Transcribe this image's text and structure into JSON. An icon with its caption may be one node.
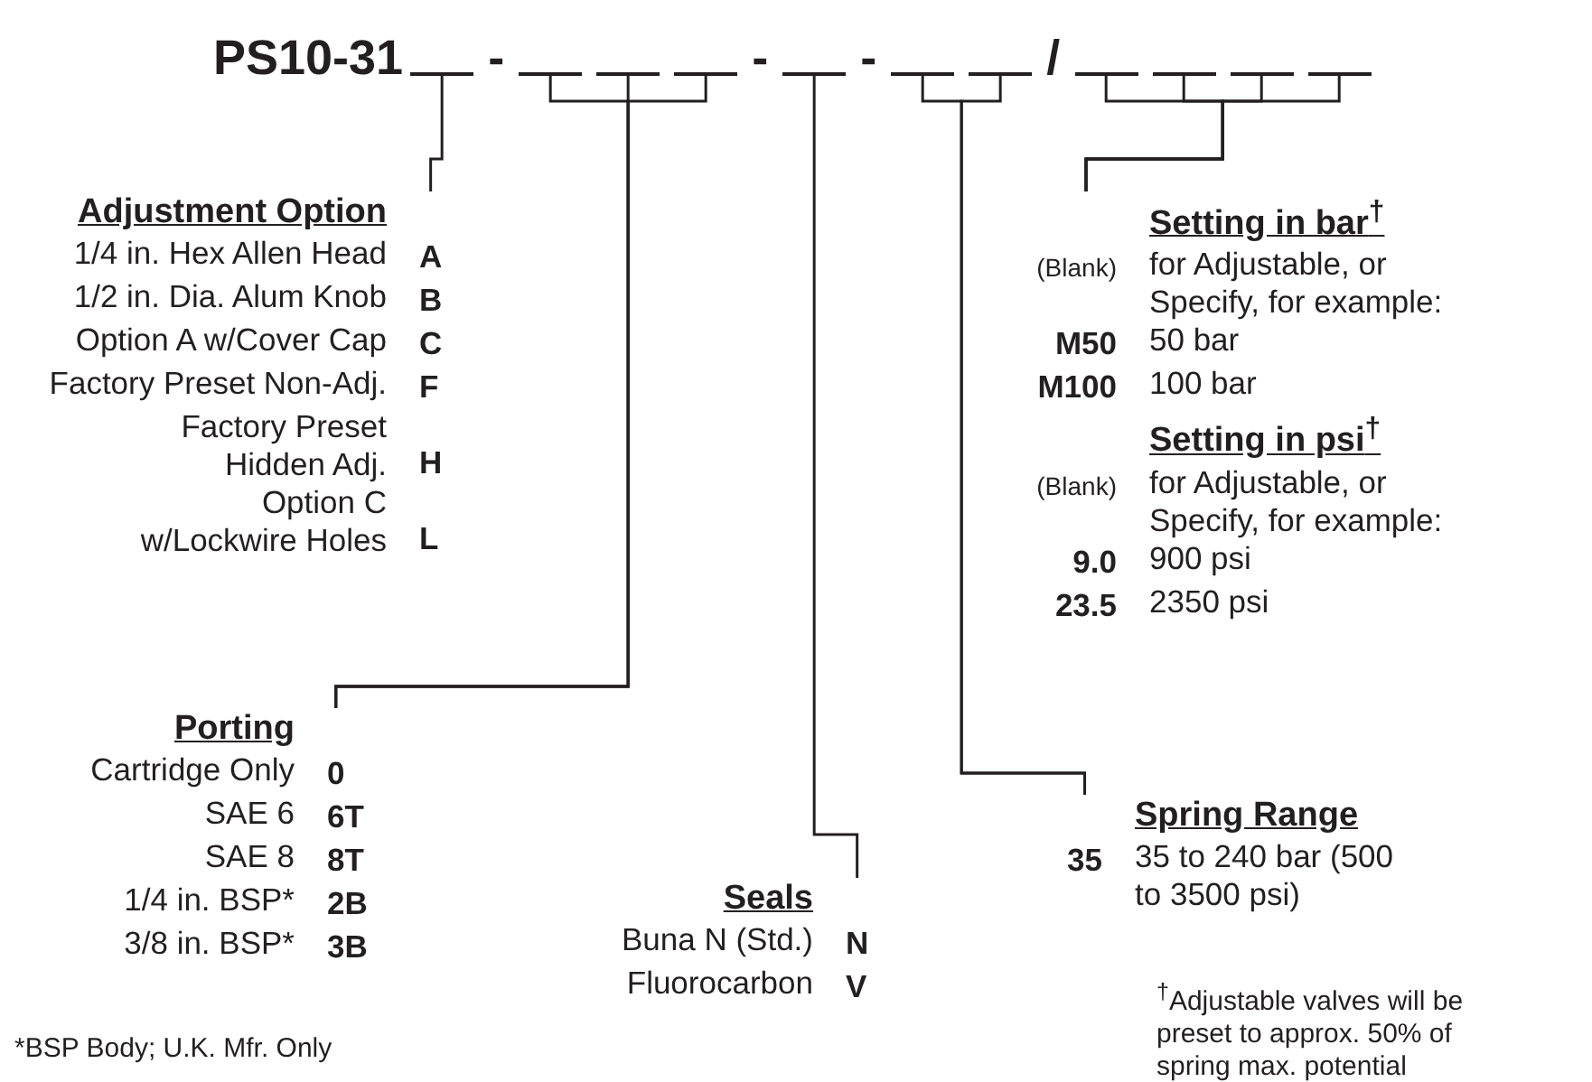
{
  "diagram": {
    "title": "PS10-31",
    "nodes": [
      {
        "text": [],
        "shape": "bar"
      },
      {
        "text": [],
        "shape": "bar"
      },
      {
        "text": [],
        "shape": "bar"
      },
      {
        "text": [],
        "shape": "bar"
      },
      {
        "text": [],
        "shape": "bar"
      },
      {
        "text": [],
        "shape": "bar"
      },
      {
        "text": [],
        "shape": "bar"
      },
      {
        "text": [],
        "shape": "bar"
      },
      {
        "text": [],
        "shape": "bar"
      },
      {
        "text": [],
        "shape": "bar"
      },
      {
        "text": [],
        "shape": "bar"
      },
      {
        "text": [
          "Adjustment Option",
          "1/4 in. Hex Allen Head",
          "A",
          "1/2 in. Dia. Alum Knob",
          "B",
          "Option A w/Cover Cap",
          "C",
          "Factory Preset Non-Adj.",
          "F",
          "Factory Preset Hidden Adj.",
          "H",
          "Option C w/Lockwire Holes",
          "L"
        ]
      },
      {
        "text": [
          "Setting in bar$^{†}$",
          "(Blank)",
          "for Adjustable, or Specify, for example:",
          "M50",
          "50 bar",
          "M100",
          "100 bar",
          "Setting in psi$^{†}$",
          "(Blank)",
          "for Adjustable, or Specify, for example:",
          "9.0",
          "900 psi",
          "23.5",
          "2350 psi"
        ]
      },
      {
        "text": [
          "Porting",
          "Cartridge Only",
          "0",
          "SAE 6",
          "6T",
          "SAE 8",
          "8T",
          "1/4 in. BSP*",
          "2B",
          "3/8 in. BSP*",
          "3B"
        ]
      },
      {
        "text": [
          "Spring Range",
          "35",
          "35 to 240 bar (500 to 3500 psi)"
        ]
      },
      {
        "text": [
          "Seals",
          "Buna N (Std.)",
          "N",
          "Fluorocarbon",
          "V"
        ]
      }
    ],
    "edges": [
      {
        "from": 0,
        "to": 11,
        "arrow": "none"
      },
      {
        "from": 1,
        "to": 13,
        "arrow": "none"
      },
      {
        "from": 2,
        "to": 13,
        "arrow": "none"
      },
      {
        "from": 3,
        "to": 13,
        "arrow": "none"
      },
      {
        "from": 4,
        "to": 15,
        "arrow": "none"
      },
      {
        "from": 5,
        "to": 14,
        "arrow": "none"
      },
      {
        "from": 6,
        "to": 14,
        "arrow": "none"
      },
      {
        "from": 7,
        "to": 12,
        "arrow": "none"
      },
      {
        "from": 8,
        "to": 12,
        "arrow": "none"
      },
      {
        "from": 9,
        "to": 12,
        "arrow": "none"
      },
      {
        "from": 10,
        "to": 12,
        "arrow": "none"
      }
    ],
    "labels": [
      "-",
      "-",
      "-",
      "/",
      "*BSP Body; U.K. Mfr. Only",
      "$^{†}$Adjustable valves will be preset to approx. 50% of spring max. potential"
    ]
  }
}
